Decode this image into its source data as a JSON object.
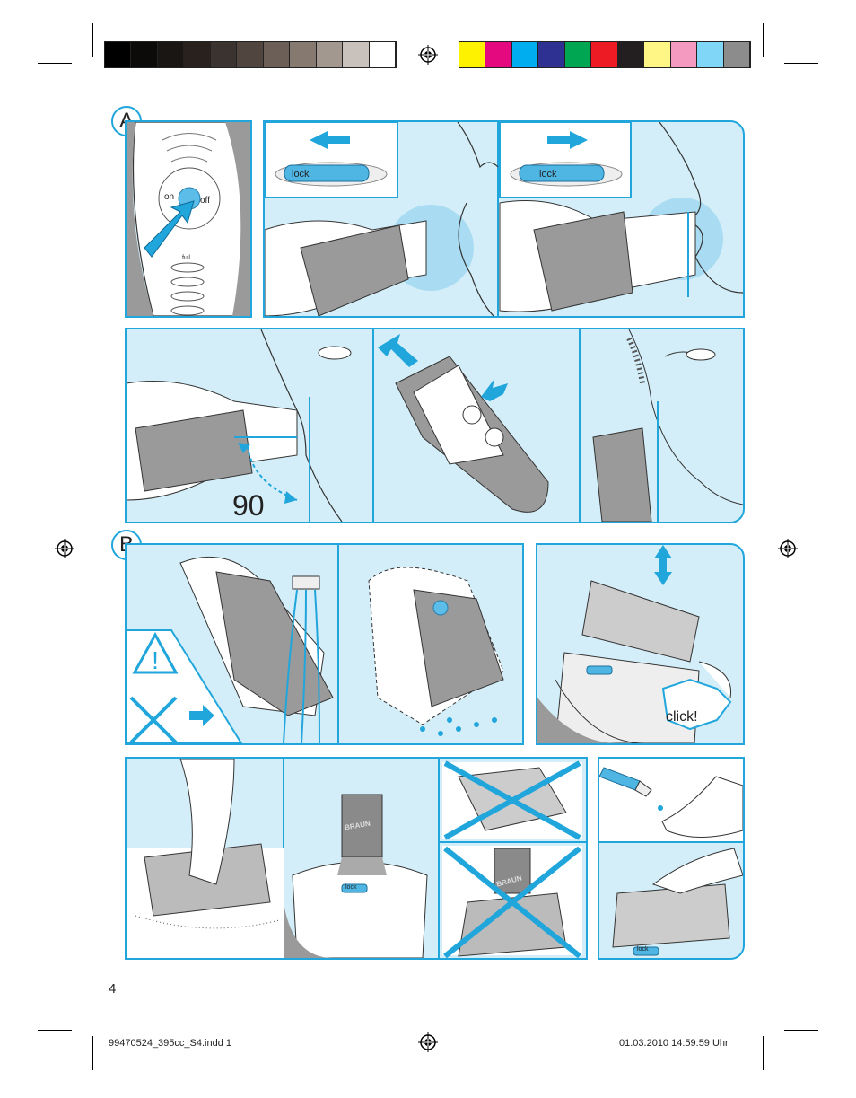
{
  "page": {
    "number": "4",
    "footer_left": "99470524_395cc_S4.indd   1",
    "footer_right": "01.03.2010   14:59:59 Uhr"
  },
  "color_bar": {
    "gray": [
      "#000000",
      "#0d0b0a",
      "#1a1614",
      "#28211e",
      "#3b3330",
      "#51463f",
      "#6b5f58",
      "#86796f",
      "#a39890",
      "#c9c2bc",
      "#ffffff"
    ],
    "process": [
      "#fff200",
      "#e5097f",
      "#00aeef",
      "#2e3192",
      "#00a651",
      "#ed1c24",
      "#231f20",
      "#fff685",
      "#f49ac1",
      "#7fd6f7",
      "#8c8c8c"
    ]
  },
  "sections": {
    "a_label": "A",
    "b_label": "B"
  },
  "panels": {
    "power_on": "on",
    "power_off": "off",
    "power_full": "full",
    "lock_left": "lock",
    "lock_right": "lock",
    "angle": "90",
    "click": "click!",
    "brush_brand": "BRAUN",
    "brush_brand_2": "BRAUN",
    "shaver_lock_1": "lock",
    "shaver_lock_2": "lock"
  },
  "colors": {
    "accent": "#21a6dc",
    "panel_bg": "#d3eef8",
    "device_gray": "#9a9a9a"
  }
}
